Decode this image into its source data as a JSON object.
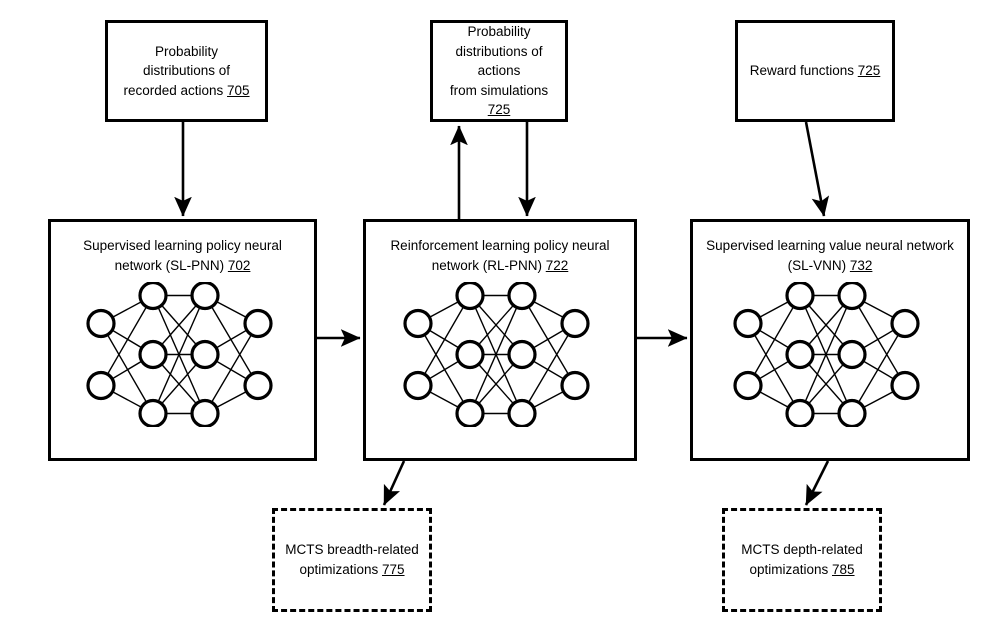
{
  "figure": {
    "type": "patent-block-diagram",
    "background_color": "#ffffff",
    "line_color": "#000000"
  },
  "top_boxes": [
    {
      "name": "probability-distributions-recorded-actions",
      "text": "Probability\ndistributions of\nrecorded actions ",
      "ref": "705",
      "style": "solid"
    },
    {
      "name": "probability-distributions-actions-simulations",
      "text": "Probability\ndistributions of actions\nfrom simulations ",
      "ref": "725",
      "style": "solid"
    },
    {
      "name": "reward-functions",
      "text": "Reward functions ",
      "ref": "725",
      "style": "solid"
    }
  ],
  "network_boxes": [
    {
      "name": "supervised-learning-policy-neural-network",
      "title": "Supervised learning policy neural\nnetwork (SL-PNN) ",
      "ref": "702"
    },
    {
      "name": "reinforcement-learning-policy-neural-network",
      "title": "Reinforcement learning policy neural\nnetwork (RL-PNN) ",
      "ref": "722"
    },
    {
      "name": "supervised-learning-value-neural-network",
      "title": "Supervised learning value neural network\n(SL-VNN) ",
      "ref": "732"
    }
  ],
  "bottom_boxes": [
    {
      "name": "mcts-breadth-related-optimizations",
      "text": "MCTS breadth-related\noptimizations ",
      "ref": "775",
      "style": "dashed"
    },
    {
      "name": "mcts-depth-related-optimizations",
      "text": "MCTS depth-related\noptimizations ",
      "ref": "785",
      "style": "dashed"
    }
  ],
  "neural_net": {
    "layers": [
      2,
      3,
      3,
      2
    ],
    "node_radius": 13,
    "description": "fully connected feed-forward network, 2-3-3-2"
  },
  "connectors": [
    {
      "name": "arrow-recorded-actions-to-sl-pnn",
      "from": "probability-distributions-recorded-actions",
      "to": "supervised-learning-policy-neural-network",
      "direction": "down"
    },
    {
      "name": "arrow-rl-pnn-to-simulations",
      "from": "reinforcement-learning-policy-neural-network",
      "to": "probability-distributions-actions-simulations",
      "direction": "up"
    },
    {
      "name": "arrow-simulations-to-rl-pnn",
      "from": "probability-distributions-actions-simulations",
      "to": "reinforcement-learning-policy-neural-network",
      "direction": "down"
    },
    {
      "name": "arrow-reward-functions-to-sl-vnn",
      "from": "reward-functions",
      "to": "supervised-learning-value-neural-network",
      "direction": "down-diagonal"
    },
    {
      "name": "arrow-sl-pnn-to-rl-pnn",
      "from": "supervised-learning-policy-neural-network",
      "to": "reinforcement-learning-policy-neural-network",
      "direction": "right"
    },
    {
      "name": "arrow-rl-pnn-to-sl-vnn",
      "from": "reinforcement-learning-policy-neural-network",
      "to": "supervised-learning-value-neural-network",
      "direction": "right"
    },
    {
      "name": "arrow-rl-pnn-to-mcts-breadth",
      "from": "reinforcement-learning-policy-neural-network",
      "to": "mcts-breadth-related-optimizations",
      "direction": "down-diagonal"
    },
    {
      "name": "arrow-sl-vnn-to-mcts-depth",
      "from": "supervised-learning-value-neural-network",
      "to": "mcts-depth-related-optimizations",
      "direction": "down-diagonal"
    }
  ]
}
